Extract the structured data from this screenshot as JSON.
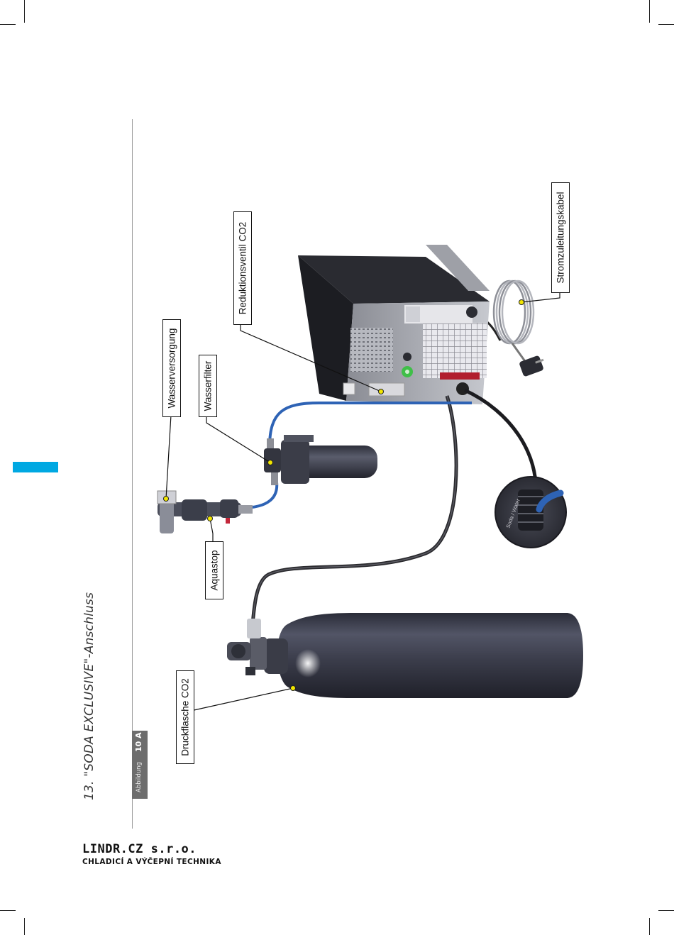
{
  "heading": "13.  \"SODA EXCLUSIVE\"-Anschluss",
  "figure": {
    "label": "Abbildung",
    "number": "10 A"
  },
  "callouts": {
    "wasserversorgung": "Wasserversorgung",
    "wasserfilter": "Wasserfilter",
    "reduktionsventil": "Reduktionsventil CO2",
    "stromzuleitung": "Stromzuleitungskabel",
    "aquastop": "Aquastop",
    "druckflasche": "Druckflasche CO2"
  },
  "soda_port_label": "Soda / Water",
  "brand": {
    "name": "LINDR.CZ s.r.o.",
    "tagline": "CHLADICÍ A VÝČEPNÍ TECHNIKA"
  },
  "colors": {
    "accent": "#00a8e2",
    "water_hose": "#2e63b5",
    "callout_dot": "#f2e600"
  }
}
